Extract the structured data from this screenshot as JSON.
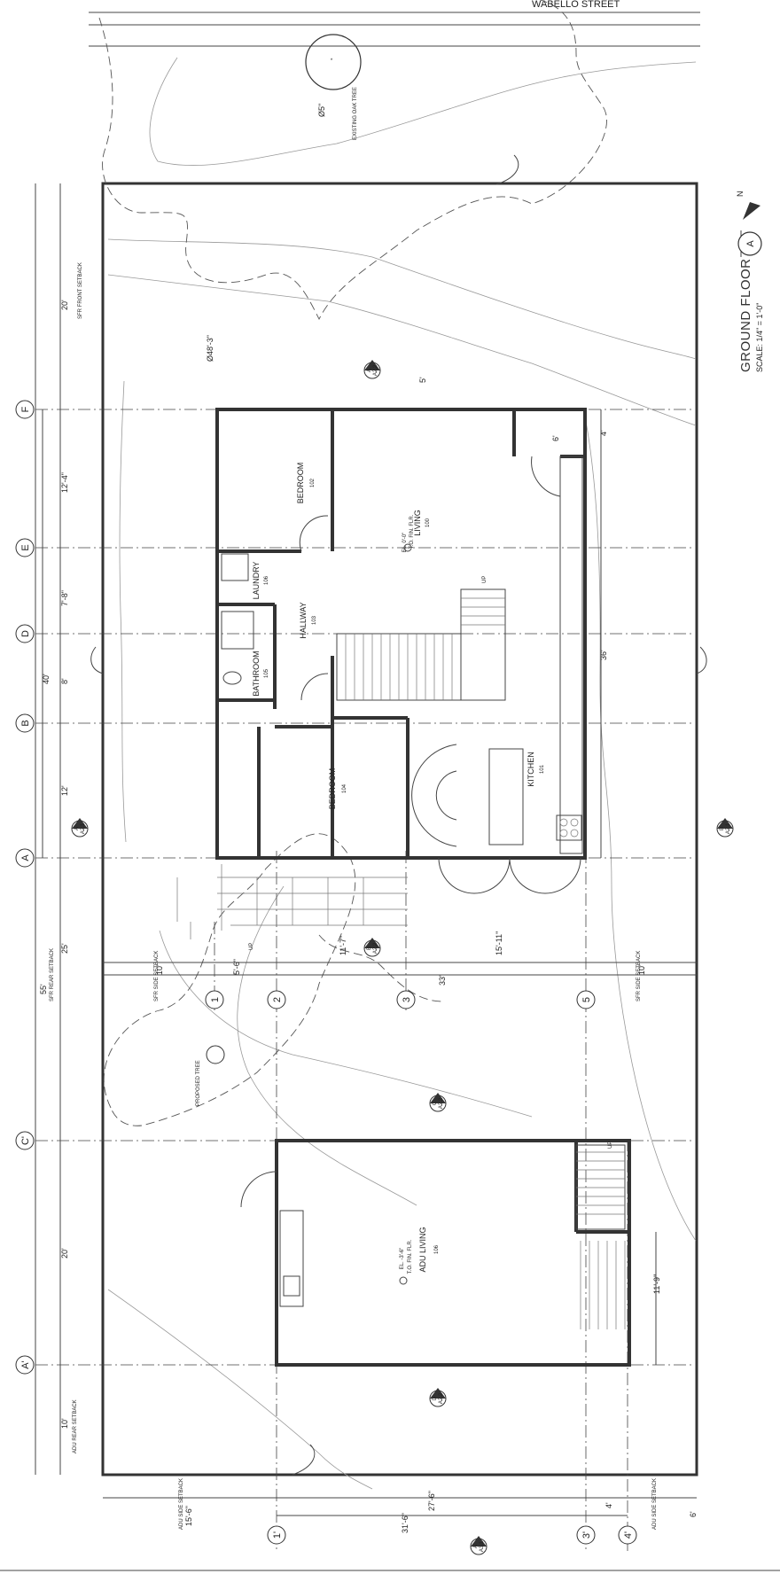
{
  "street_label": "WABELLO STREET",
  "grid_letters": [
    "F",
    "E",
    "D",
    "B",
    "A",
    "C'",
    "A'"
  ],
  "grid_numbers": [
    "1",
    "2",
    "3",
    "5",
    "1'",
    "3'",
    "4'"
  ],
  "dims_left": {
    "front_setback": "20'",
    "front_setback_label": "SFR FRONT SETBACK",
    "fe": "12'-4\"",
    "ed": "7'-8\"",
    "db": "8'",
    "ba": "12'",
    "total_house": "40'",
    "rear_setback": "25'",
    "total_lot": "55'",
    "rear_setback_label": "SFR REAR SETBACK",
    "ca": "20'",
    "adu_rear": "10'",
    "adu_rear_label": "ADU REAR SETBACK"
  },
  "dims_mid": {
    "side_setback": "10'",
    "side_setback_label": "SFR SIDE SETBACK",
    "d12": "5'-6\"",
    "d23": "11'-7\"",
    "d35": "15'-11\"",
    "total": "33'",
    "side_setback_r": "10'",
    "side_setback_r_label": "SFR SIDE SETBACK"
  },
  "dims_bottom": {
    "adu_side": "15'-6\"",
    "adu_side_label": "ADU SIDE SETBACK",
    "d13": "27'-6\"",
    "total": "31'-6\"",
    "d34": "4'",
    "adu_side_r": "6'",
    "adu_side_r_label": "ADU SIDE SETBACK"
  },
  "misc_dims": {
    "porch": "5'",
    "door": "6'",
    "porch2": "4'",
    "house_len": "36'",
    "adu_stair": "11'-9\""
  },
  "rooms": [
    {
      "name": "BEDROOM",
      "num": "102"
    },
    {
      "name": "LIVING",
      "num": "100"
    },
    {
      "name": "LAUNDRY",
      "num": "106"
    },
    {
      "name": "HALLWAY",
      "num": "103"
    },
    {
      "name": "BATHROOM",
      "num": "105"
    },
    {
      "name": "BEDROOM",
      "num": "104"
    },
    {
      "name": "KITCHEN",
      "num": "101"
    },
    {
      "name": "ADU LIVING",
      "num": "106"
    }
  ],
  "elevations": {
    "main": "EL. 0'-0\"",
    "main_sub": "T.O. FIN. FLR.",
    "adu": "EL. -3'-6\"",
    "adu_sub": "T.O. FIN. FLR."
  },
  "trees": {
    "oak_size": "Ø5\"",
    "oak_label": "EXISTING OAK TREE",
    "canopy": "Ø48'-3\"",
    "proposed": "PROPOSED TREE"
  },
  "section_marks": [
    {
      "letter": "A",
      "sheet": "A2.2"
    },
    {
      "letter": "A",
      "sheet": "A2.1"
    },
    {
      "letter": "B",
      "sheet": "A2.2"
    },
    {
      "letter": "B",
      "sheet": "A2.1"
    },
    {
      "letter": "C",
      "sheet": "A2.2"
    },
    {
      "letter": "D",
      "sheet": "A2.2"
    },
    {
      "letter": "A",
      "sheet": "A3.1"
    }
  ],
  "up": "UP",
  "title": {
    "text": "GROUND FLOOR",
    "scale": "SCALE: 1/4\" = 1'-0\"",
    "bubble": "A",
    "north": "N"
  }
}
